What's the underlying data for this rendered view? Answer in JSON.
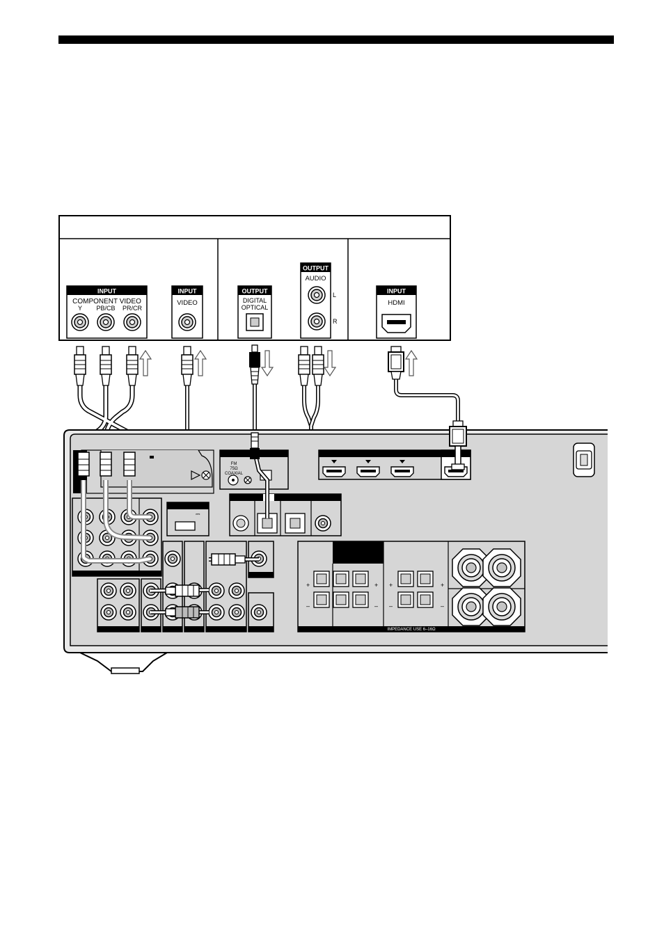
{
  "tv_panel": {
    "component": {
      "header": "INPUT",
      "title": "COMPONENT VIDEO",
      "labels": [
        "Y",
        "PB/CB",
        "PR/CR"
      ]
    },
    "video": {
      "header": "INPUT",
      "label": "VIDEO"
    },
    "optical": {
      "header": "OUTPUT",
      "line1": "DIGITAL",
      "line2": "OPTICAL"
    },
    "audio": {
      "header": "OUTPUT",
      "label": "AUDIO",
      "left": "L",
      "right": "R"
    },
    "hdmi": {
      "header": "INPUT",
      "label": "HDMI"
    }
  },
  "receiver": {
    "fm_lines": [
      "FM",
      "75Ω",
      "COAXIAL"
    ],
    "impedance": "IMPEDANCE USE 6–16Ω",
    "dc_symbol": "⎓",
    "plus": "+",
    "minus": "–"
  },
  "colors": {
    "line": "#000000",
    "panel_fill": "#d6d6d6",
    "cable_fill": "#ffffff",
    "cable_gray": "#9a9a9a"
  }
}
